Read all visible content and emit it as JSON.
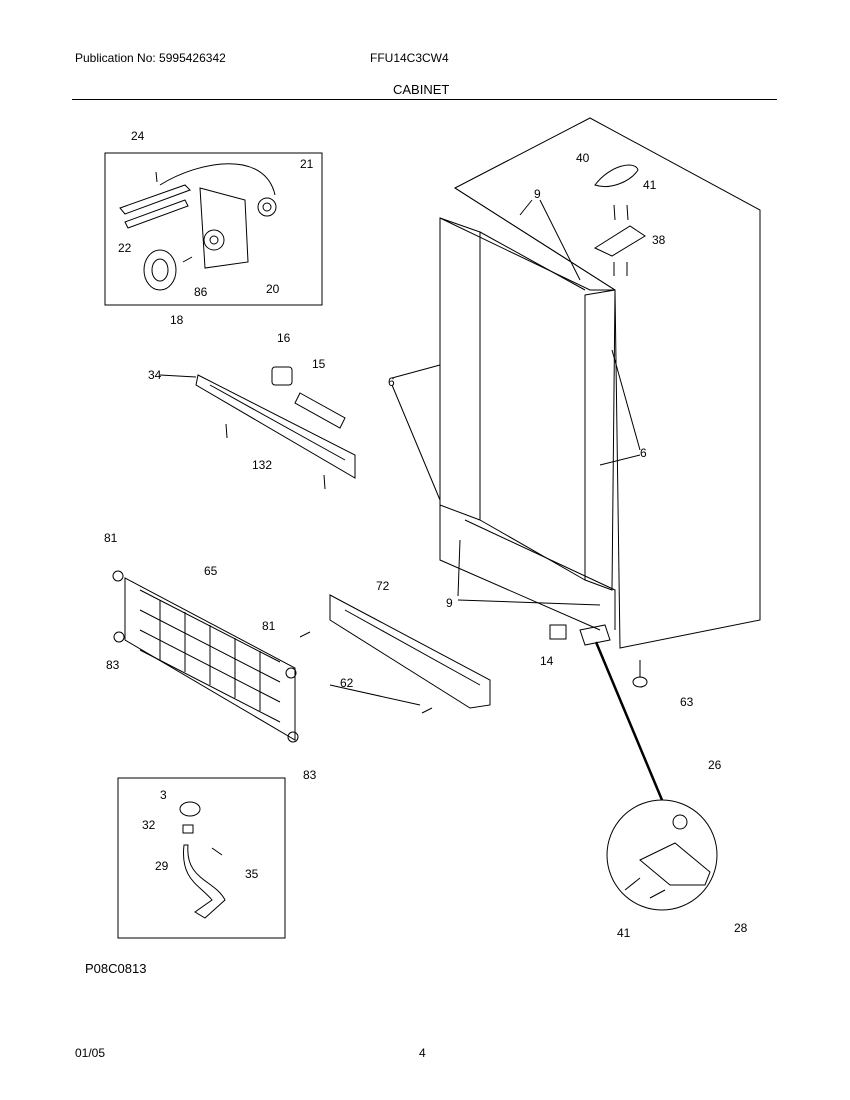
{
  "header": {
    "publication": "Publication No: 5995426342",
    "model": "FFU14C3CW4",
    "section_title": "CABINET"
  },
  "footer": {
    "date": "01/05",
    "page": "4"
  },
  "diagram": {
    "code": "P08C0813",
    "callouts": [
      "24",
      "21",
      "22",
      "20",
      "86",
      "18",
      "16",
      "15",
      "34",
      "132",
      "81",
      "65",
      "81",
      "83",
      "83",
      "72",
      "62",
      "3",
      "32",
      "29",
      "35",
      "40",
      "41",
      "38",
      "9",
      "6",
      "6",
      "9",
      "14",
      "63",
      "26",
      "41",
      "28"
    ]
  }
}
